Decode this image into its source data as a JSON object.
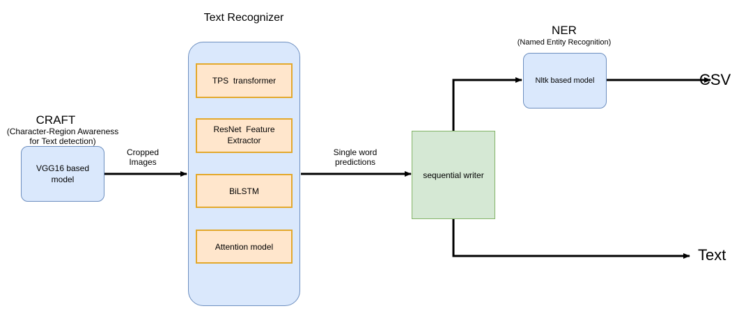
{
  "craft": {
    "title": "CRAFT",
    "subtitle_line1": "(Character-Region Awareness",
    "subtitle_line2": "for Text detection)",
    "box_line1": "VGG16 based",
    "box_line2": "model"
  },
  "edges": {
    "cropped_line1": "Cropped",
    "cropped_line2": "Images",
    "single_line1": "Single word",
    "single_line2": "predictions"
  },
  "recognizer": {
    "title": "Text Recognizer",
    "tps": "TPS  transformer",
    "resnet_line1": "ResNet  Feature",
    "resnet_line2": "Extractor",
    "bilstm": "BiLSTM",
    "attention": "Attention model"
  },
  "writer": {
    "label": "sequential writer"
  },
  "ner": {
    "title": "NER",
    "subtitle": "(Named Entity Recognition)",
    "box": "Nltk based model"
  },
  "outputs": {
    "csv": "CSV",
    "text": "Text"
  },
  "colors": {
    "blue_fill": "#dae8fc",
    "blue_stroke": "#6c8ebf",
    "orange_fill": "#ffe6cc",
    "orange_stroke": "#e3a82b",
    "green_fill": "#d5e8d4",
    "green_stroke": "#82b366"
  }
}
